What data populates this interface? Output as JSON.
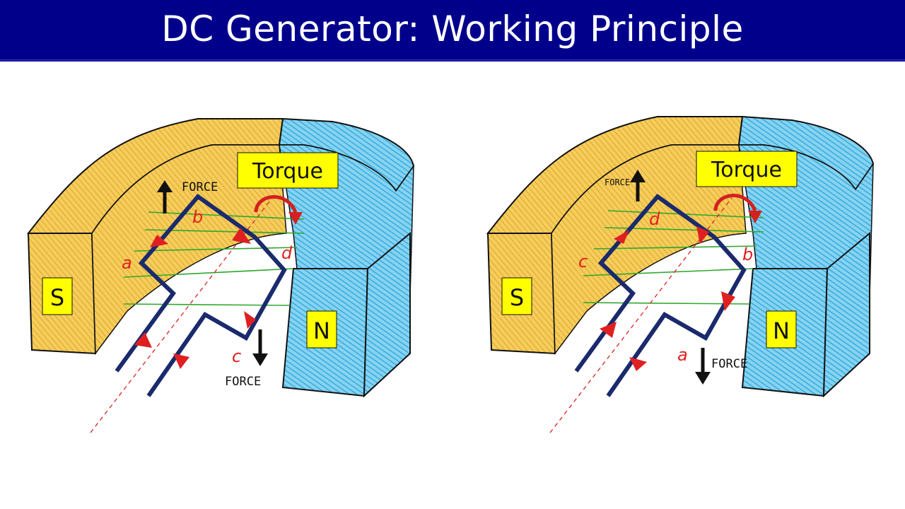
{
  "header": {
    "title": "DC Generator: Working Principle"
  },
  "colors": {
    "header_bg": "#00008b",
    "south_pole": "#f2c14a",
    "north_pole": "#3fb7e6",
    "coil": "#1a2a6c",
    "current_arrow": "#e02020",
    "field_lines": "#2ea82e",
    "label_box": "#ffff00",
    "letter": "#e02020",
    "force_arrow": "#111111",
    "torque_arrow": "#d42020"
  },
  "left_diagram": {
    "south_label": "S",
    "north_label": "N",
    "torque_label": "Torque",
    "force_top_label": "FORCE",
    "force_bottom_label": "FORCE",
    "corner_labels": {
      "a": "a",
      "b": "b",
      "c": "c",
      "d": "d"
    }
  },
  "right_diagram": {
    "south_label": "S",
    "north_label": "N",
    "torque_label": "Torque",
    "force_top_label": "FORCE",
    "force_bottom_label": "FORCE",
    "corner_labels": {
      "a": "a",
      "b": "b",
      "c": "c",
      "d": "d"
    }
  }
}
